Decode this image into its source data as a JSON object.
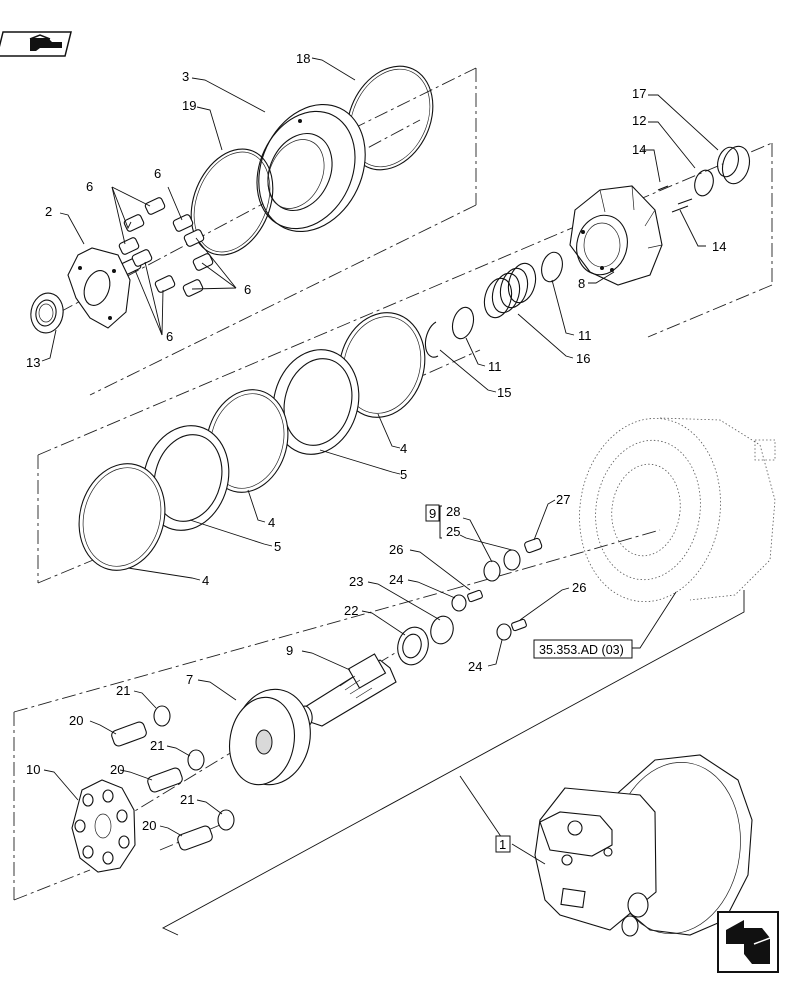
{
  "nav": {
    "top_icon": "book-hand-icon",
    "bottom_icon": "back-arrow-icon"
  },
  "labels": {
    "l18": "18",
    "l3": "3",
    "l19": "19",
    "l6a": "6",
    "l6b": "6",
    "l6c": "6",
    "l6d": "6",
    "l2": "2",
    "l13": "13",
    "l17": "17",
    "l12": "12",
    "l14a": "14",
    "l14b": "14",
    "l8": "8",
    "l11a": "11",
    "l11b": "11",
    "l16": "16",
    "l15": "15",
    "l4a": "4",
    "l4b": "4",
    "l4c": "4",
    "l5a": "5",
    "l5b": "5",
    "l9": "9",
    "l28": "28",
    "l25": "25",
    "l27": "27",
    "l26a": "26",
    "l26b": "26",
    "l23": "23",
    "l24a": "24",
    "l24b": "24",
    "l22": "22",
    "l9b": "9",
    "l7": "7",
    "l21a": "21",
    "l21b": "21",
    "l21c": "21",
    "l20a": "20",
    "l20b": "20",
    "l20c": "20",
    "l10": "10",
    "l1": "1"
  },
  "ref_label": "35.353.AD (03)"
}
